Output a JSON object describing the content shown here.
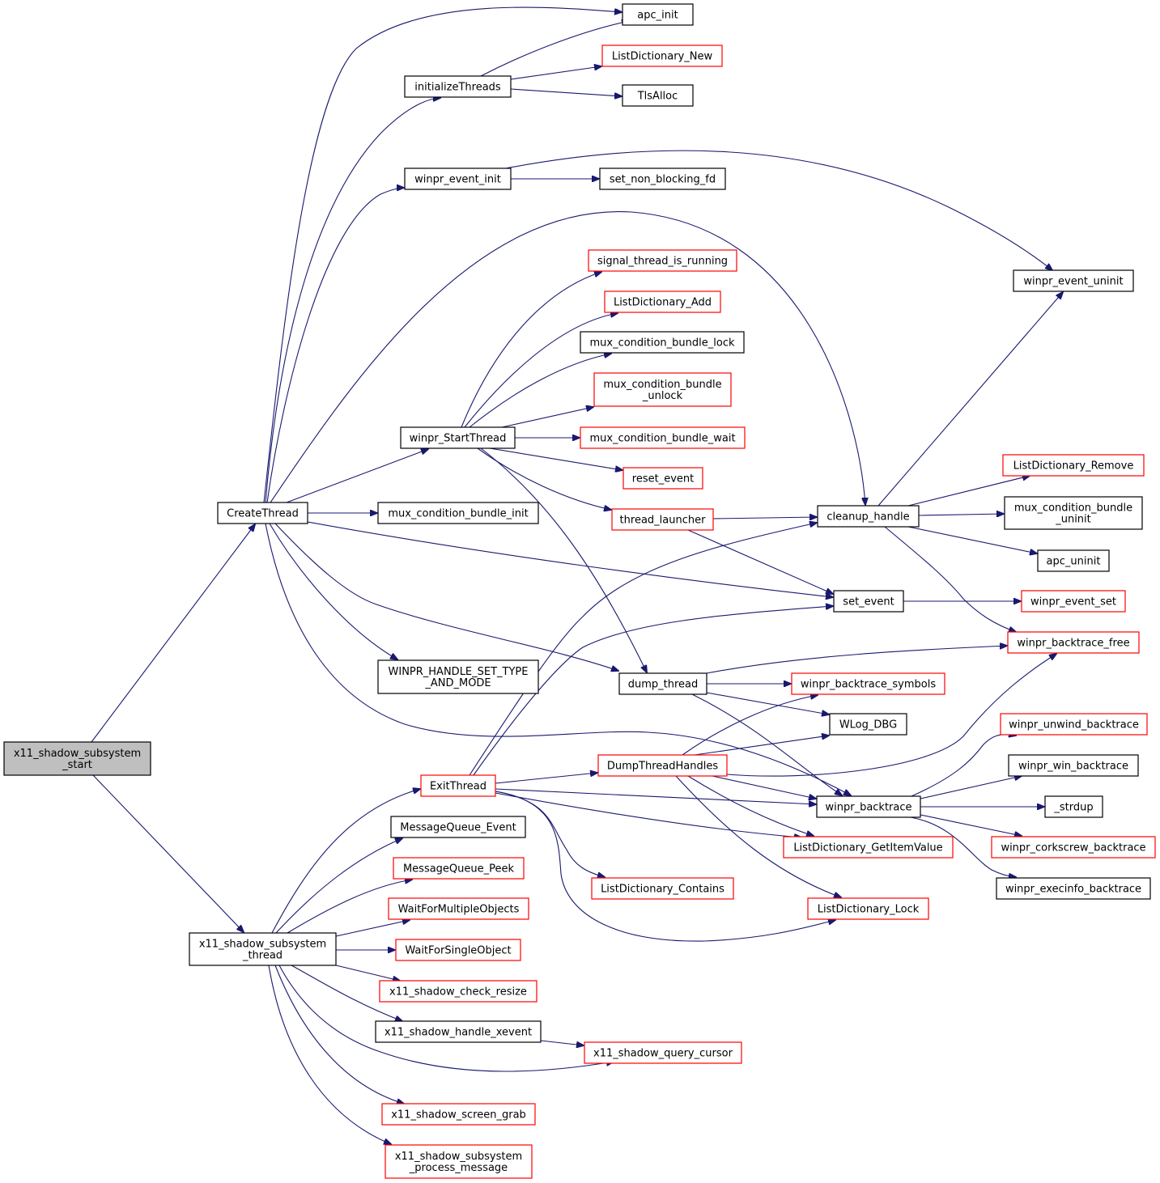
{
  "colors": {
    "edge": "#191970",
    "border_documented": "#000000",
    "border_undocumented": "#ff0000",
    "root_fill": "#bfbfbf",
    "node_fill": "#ffffff",
    "text": "#000000"
  },
  "nodes": [
    {
      "id": "x11_shadow_subsystem_start",
      "lines": [
        "x11_shadow_subsystem",
        "_start"
      ],
      "style": "root"
    },
    {
      "id": "CreateThread",
      "lines": [
        "CreateThread"
      ],
      "style": "black"
    },
    {
      "id": "x11_shadow_subsystem_thread",
      "lines": [
        "x11_shadow_subsystem",
        "_thread"
      ],
      "style": "black"
    },
    {
      "id": "apc_init",
      "lines": [
        "apc_init"
      ],
      "style": "black"
    },
    {
      "id": "initializeThreads",
      "lines": [
        "initializeThreads"
      ],
      "style": "black"
    },
    {
      "id": "ListDictionary_New",
      "lines": [
        "ListDictionary_New"
      ],
      "style": "red"
    },
    {
      "id": "TlsAlloc",
      "lines": [
        "TlsAlloc"
      ],
      "style": "black"
    },
    {
      "id": "winpr_event_init",
      "lines": [
        "winpr_event_init"
      ],
      "style": "black"
    },
    {
      "id": "set_non_blocking_fd",
      "lines": [
        "set_non_blocking_fd"
      ],
      "style": "black"
    },
    {
      "id": "winpr_event_uninit",
      "lines": [
        "winpr_event_uninit"
      ],
      "style": "black"
    },
    {
      "id": "signal_thread_is_running",
      "lines": [
        "signal_thread_is_running"
      ],
      "style": "red"
    },
    {
      "id": "ListDictionary_Add",
      "lines": [
        "ListDictionary_Add"
      ],
      "style": "red"
    },
    {
      "id": "mux_condition_bundle_lock",
      "lines": [
        "mux_condition_bundle_lock"
      ],
      "style": "black"
    },
    {
      "id": "mux_condition_bundle_unlock",
      "lines": [
        "mux_condition_bundle",
        "_unlock"
      ],
      "style": "red"
    },
    {
      "id": "winpr_StartThread",
      "lines": [
        "winpr_StartThread"
      ],
      "style": "black"
    },
    {
      "id": "mux_condition_bundle_wait",
      "lines": [
        "mux_condition_bundle_wait"
      ],
      "style": "red"
    },
    {
      "id": "reset_event",
      "lines": [
        "reset_event"
      ],
      "style": "red"
    },
    {
      "id": "ListDictionary_Remove",
      "lines": [
        "ListDictionary_Remove"
      ],
      "style": "red"
    },
    {
      "id": "thread_launcher",
      "lines": [
        "thread_launcher"
      ],
      "style": "red"
    },
    {
      "id": "cleanup_handle",
      "lines": [
        "cleanup_handle"
      ],
      "style": "black"
    },
    {
      "id": "mux_condition_bundle_uninit",
      "lines": [
        "mux_condition_bundle",
        "_uninit"
      ],
      "style": "black"
    },
    {
      "id": "mux_condition_bundle_init",
      "lines": [
        "mux_condition_bundle_init"
      ],
      "style": "black"
    },
    {
      "id": "apc_uninit",
      "lines": [
        "apc_uninit"
      ],
      "style": "black"
    },
    {
      "id": "set_event",
      "lines": [
        "set_event"
      ],
      "style": "black"
    },
    {
      "id": "winpr_event_set",
      "lines": [
        "winpr_event_set"
      ],
      "style": "red"
    },
    {
      "id": "winpr_backtrace_free",
      "lines": [
        "winpr_backtrace_free"
      ],
      "style": "red"
    },
    {
      "id": "WINPR_HANDLE_SET_TYPE_AND_MODE",
      "lines": [
        "WINPR_HANDLE_SET_TYPE",
        "_AND_MODE"
      ],
      "style": "black"
    },
    {
      "id": "dump_thread",
      "lines": [
        "dump_thread"
      ],
      "style": "black"
    },
    {
      "id": "winpr_backtrace_symbols",
      "lines": [
        "winpr_backtrace_symbols"
      ],
      "style": "red"
    },
    {
      "id": "WLog_DBG",
      "lines": [
        "WLog_DBG"
      ],
      "style": "black"
    },
    {
      "id": "winpr_unwind_backtrace",
      "lines": [
        "winpr_unwind_backtrace"
      ],
      "style": "red"
    },
    {
      "id": "DumpThreadHandles",
      "lines": [
        "DumpThreadHandles"
      ],
      "style": "red"
    },
    {
      "id": "winpr_win_backtrace",
      "lines": [
        "winpr_win_backtrace"
      ],
      "style": "black"
    },
    {
      "id": "ExitThread",
      "lines": [
        "ExitThread"
      ],
      "style": "red"
    },
    {
      "id": "winpr_backtrace",
      "lines": [
        "winpr_backtrace"
      ],
      "style": "black"
    },
    {
      "id": "_strdup",
      "lines": [
        "_strdup"
      ],
      "style": "black"
    },
    {
      "id": "MessageQueue_Event",
      "lines": [
        "MessageQueue_Event"
      ],
      "style": "black"
    },
    {
      "id": "ListDictionary_GetItemValue",
      "lines": [
        "ListDictionary_GetItemValue"
      ],
      "style": "red"
    },
    {
      "id": "winpr_corkscrew_backtrace",
      "lines": [
        "winpr_corkscrew_backtrace"
      ],
      "style": "red"
    },
    {
      "id": "MessageQueue_Peek",
      "lines": [
        "MessageQueue_Peek"
      ],
      "style": "red"
    },
    {
      "id": "ListDictionary_Contains",
      "lines": [
        "ListDictionary_Contains"
      ],
      "style": "red"
    },
    {
      "id": "winpr_execinfo_backtrace",
      "lines": [
        "winpr_execinfo_backtrace"
      ],
      "style": "black"
    },
    {
      "id": "WaitForMultipleObjects",
      "lines": [
        "WaitForMultipleObjects"
      ],
      "style": "red"
    },
    {
      "id": "ListDictionary_Lock",
      "lines": [
        "ListDictionary_Lock"
      ],
      "style": "red"
    },
    {
      "id": "WaitForSingleObject",
      "lines": [
        "WaitForSingleObject"
      ],
      "style": "red"
    },
    {
      "id": "x11_shadow_check_resize",
      "lines": [
        "x11_shadow_check_resize"
      ],
      "style": "red"
    },
    {
      "id": "x11_shadow_handle_xevent",
      "lines": [
        "x11_shadow_handle_xevent"
      ],
      "style": "black"
    },
    {
      "id": "x11_shadow_query_cursor",
      "lines": [
        "x11_shadow_query_cursor"
      ],
      "style": "red"
    },
    {
      "id": "x11_shadow_screen_grab",
      "lines": [
        "x11_shadow_screen_grab"
      ],
      "style": "red"
    },
    {
      "id": "x11_shadow_subsystem_process_message",
      "lines": [
        "x11_shadow_subsystem",
        "_process_message"
      ],
      "style": "red"
    }
  ],
  "edges": [
    [
      "x11_shadow_subsystem_start",
      "CreateThread"
    ],
    [
      "x11_shadow_subsystem_start",
      "x11_shadow_subsystem_thread"
    ],
    [
      "CreateThread",
      "apc_init"
    ],
    [
      "CreateThread",
      "initializeThreads"
    ],
    [
      "CreateThread",
      "winpr_event_init"
    ],
    [
      "CreateThread",
      "cleanup_handle"
    ],
    [
      "CreateThread",
      "winpr_StartThread"
    ],
    [
      "CreateThread",
      "mux_condition_bundle_init"
    ],
    [
      "CreateThread",
      "set_event"
    ],
    [
      "CreateThread",
      "WINPR_HANDLE_SET_TYPE_AND_MODE"
    ],
    [
      "CreateThread",
      "dump_thread"
    ],
    [
      "CreateThread",
      "winpr_backtrace"
    ],
    [
      "initializeThreads",
      "apc_init"
    ],
    [
      "initializeThreads",
      "ListDictionary_New"
    ],
    [
      "initializeThreads",
      "TlsAlloc"
    ],
    [
      "winpr_event_init",
      "set_non_blocking_fd"
    ],
    [
      "winpr_event_init",
      "winpr_event_uninit"
    ],
    [
      "winpr_StartThread",
      "signal_thread_is_running"
    ],
    [
      "winpr_StartThread",
      "ListDictionary_Add"
    ],
    [
      "winpr_StartThread",
      "mux_condition_bundle_lock"
    ],
    [
      "winpr_StartThread",
      "mux_condition_bundle_unlock"
    ],
    [
      "winpr_StartThread",
      "mux_condition_bundle_wait"
    ],
    [
      "winpr_StartThread",
      "reset_event"
    ],
    [
      "winpr_StartThread",
      "thread_launcher"
    ],
    [
      "winpr_StartThread",
      "dump_thread"
    ],
    [
      "thread_launcher",
      "cleanup_handle"
    ],
    [
      "thread_launcher",
      "set_event"
    ],
    [
      "cleanup_handle",
      "winpr_event_uninit"
    ],
    [
      "cleanup_handle",
      "ListDictionary_Remove"
    ],
    [
      "cleanup_handle",
      "mux_condition_bundle_uninit"
    ],
    [
      "cleanup_handle",
      "apc_uninit"
    ],
    [
      "cleanup_handle",
      "winpr_backtrace_free"
    ],
    [
      "set_event",
      "winpr_event_set"
    ],
    [
      "dump_thread",
      "winpr_backtrace_free"
    ],
    [
      "dump_thread",
      "winpr_backtrace_symbols"
    ],
    [
      "dump_thread",
      "WLog_DBG"
    ],
    [
      "dump_thread",
      "winpr_backtrace"
    ],
    [
      "DumpThreadHandles",
      "winpr_backtrace_symbols"
    ],
    [
      "DumpThreadHandles",
      "WLog_DBG"
    ],
    [
      "DumpThreadHandles",
      "winpr_backtrace_free"
    ],
    [
      "DumpThreadHandles",
      "winpr_backtrace"
    ],
    [
      "DumpThreadHandles",
      "ListDictionary_GetItemValue"
    ],
    [
      "DumpThreadHandles",
      "ListDictionary_Lock"
    ],
    [
      "winpr_backtrace",
      "winpr_unwind_backtrace"
    ],
    [
      "winpr_backtrace",
      "winpr_win_backtrace"
    ],
    [
      "winpr_backtrace",
      "_strdup"
    ],
    [
      "winpr_backtrace",
      "winpr_corkscrew_backtrace"
    ],
    [
      "winpr_backtrace",
      "winpr_execinfo_backtrace"
    ],
    [
      "ExitThread",
      "cleanup_handle"
    ],
    [
      "ExitThread",
      "set_event"
    ],
    [
      "ExitThread",
      "DumpThreadHandles"
    ],
    [
      "ExitThread",
      "winpr_backtrace"
    ],
    [
      "ExitThread",
      "ListDictionary_GetItemValue"
    ],
    [
      "ExitThread",
      "ListDictionary_Contains"
    ],
    [
      "ExitThread",
      "ListDictionary_Lock"
    ],
    [
      "x11_shadow_subsystem_thread",
      "ExitThread"
    ],
    [
      "x11_shadow_subsystem_thread",
      "MessageQueue_Event"
    ],
    [
      "x11_shadow_subsystem_thread",
      "MessageQueue_Peek"
    ],
    [
      "x11_shadow_subsystem_thread",
      "WaitForMultipleObjects"
    ],
    [
      "x11_shadow_subsystem_thread",
      "WaitForSingleObject"
    ],
    [
      "x11_shadow_subsystem_thread",
      "x11_shadow_check_resize"
    ],
    [
      "x11_shadow_subsystem_thread",
      "x11_shadow_handle_xevent"
    ],
    [
      "x11_shadow_subsystem_thread",
      "x11_shadow_query_cursor"
    ],
    [
      "x11_shadow_subsystem_thread",
      "x11_shadow_screen_grab"
    ],
    [
      "x11_shadow_subsystem_thread",
      "x11_shadow_subsystem_process_message"
    ],
    [
      "x11_shadow_handle_xevent",
      "x11_shadow_query_cursor"
    ]
  ]
}
